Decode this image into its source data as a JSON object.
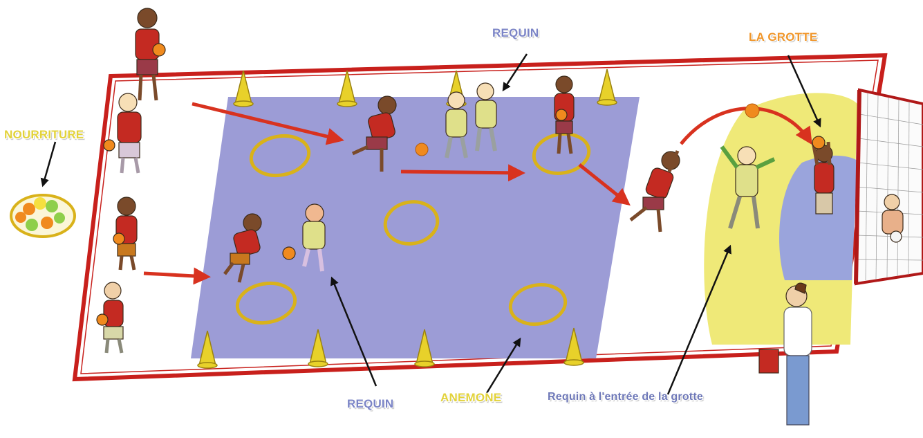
{
  "labels": {
    "requin_top": "REQUIN",
    "la_grotte": "LA GROTTE",
    "nourriture": "NOURRITURE",
    "requin_bottom": "REQUIN",
    "anemone": "ANEMONE",
    "requin_entree": "Requin à l'entrée de la grotte"
  },
  "colors": {
    "court_border": "#c8201c",
    "play_area": "#9c9cd6",
    "grotte_yellow": "#efe978",
    "grotte_blue": "#9aa4dc",
    "hoop": "#d9b21a",
    "cone": "#e8d12a",
    "arrow": "#d8321f",
    "ball": "#f08a1e",
    "label_blue": "#7b84c6",
    "label_orange": "#f0962a",
    "label_yellow": "#e2d23a",
    "label_requin_entree": "#6e78b8"
  }
}
